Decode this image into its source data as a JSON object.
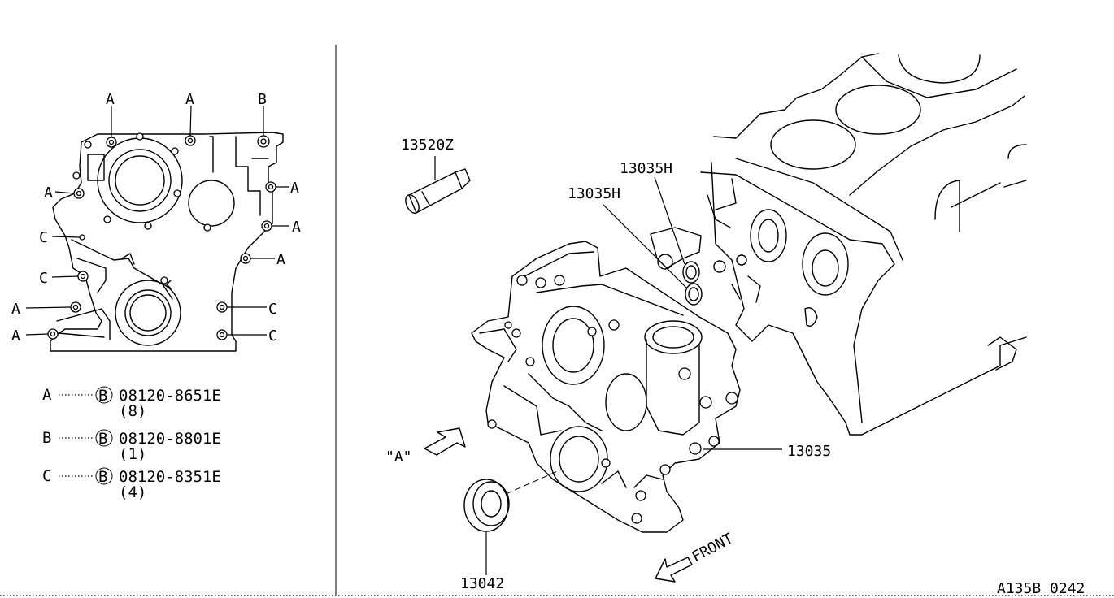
{
  "left_panel": {
    "bolt_labels": {
      "a": "A",
      "b": "B",
      "c": "C"
    },
    "legend": [
      {
        "key": "A",
        "symbol": "B",
        "part_no": "08120-8651E",
        "qty": "(8)"
      },
      {
        "key": "B",
        "symbol": "B",
        "part_no": "08120-8801E",
        "qty": "(1)"
      },
      {
        "key": "C",
        "symbol": "B",
        "part_no": "08120-8351E",
        "qty": "(4)"
      }
    ]
  },
  "right_panel": {
    "part_labels": {
      "dowel": "13520Z",
      "gasket_upper": "13035H",
      "gasket_lower": "13035H",
      "cover": "13035",
      "seal": "13042"
    },
    "view_marker": "\"A\"",
    "front_label": "FRONT"
  },
  "diagram_code": "A135B 0242"
}
